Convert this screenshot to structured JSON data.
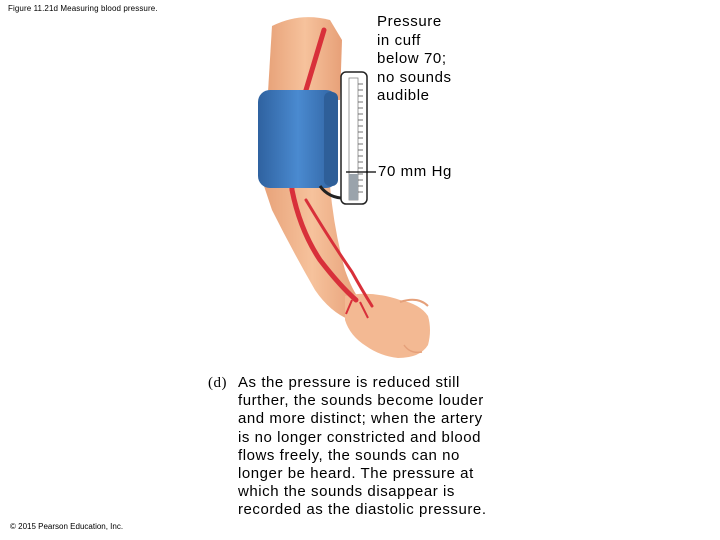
{
  "figure_title": "Figure 11.21d Measuring blood pressure.",
  "copyright": "© 2015 Pearson Education, Inc.",
  "labels": {
    "pressure_lines": [
      "Pressure",
      "in cuff",
      "below 70;",
      "no sounds",
      "audible"
    ],
    "mmhg": "70 mm Hg"
  },
  "caption": {
    "letter": "(d)",
    "lines": [
      "As the pressure is reduced still",
      "further, the sounds become louder",
      "and more distinct; when the artery",
      "is no longer constricted and blood",
      "flows freely, the sounds can no",
      "longer be heard. The pressure at",
      "which the sounds disappear is",
      "recorded as the diastolic pressure."
    ]
  },
  "colors": {
    "skin": "#f2b48a",
    "skin_shadow": "#e09a70",
    "cuff": "#3d7cc0",
    "cuff_dark": "#2e5f99",
    "artery": "#d8303a",
    "gauge_fill": "#9aa3ab"
  }
}
